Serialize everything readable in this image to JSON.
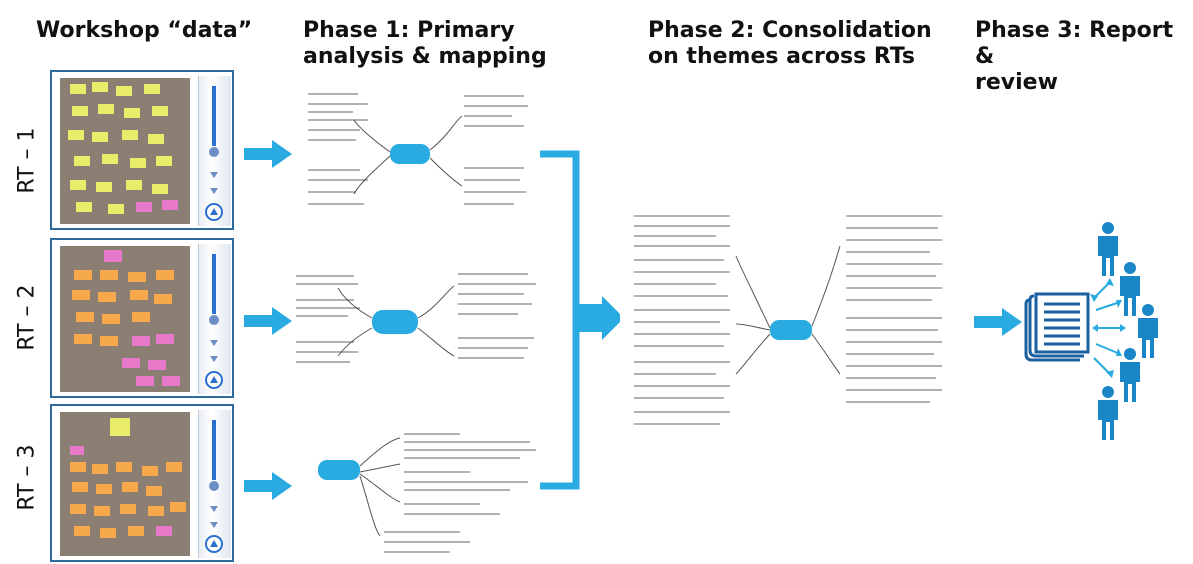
{
  "headers": {
    "workshop": "Workshop “data”",
    "phase1": "Phase 1: Primary\nanalysis & mapping",
    "phase2": "Phase 2: Consolidation\non themes across RTs",
    "phase3": "Phase 3: Report &\nreview"
  },
  "rows": [
    {
      "label": "RT – 1"
    },
    {
      "label": "RT – 2"
    },
    {
      "label": "RT – 3"
    }
  ],
  "colors": {
    "accent": "#29abe2",
    "frame": "#2e6a9c",
    "paper": "#8a7f72",
    "note_yellow": "#e8ec6a",
    "note_orange": "#f5a94a",
    "note_pink": "#e879c9",
    "person": "#1a86c8",
    "report": "#1a5fa0"
  },
  "icons": [
    "arrow-right-icon",
    "bracket-icon",
    "report-icon",
    "person-icon",
    "double-arrow-icon"
  ]
}
